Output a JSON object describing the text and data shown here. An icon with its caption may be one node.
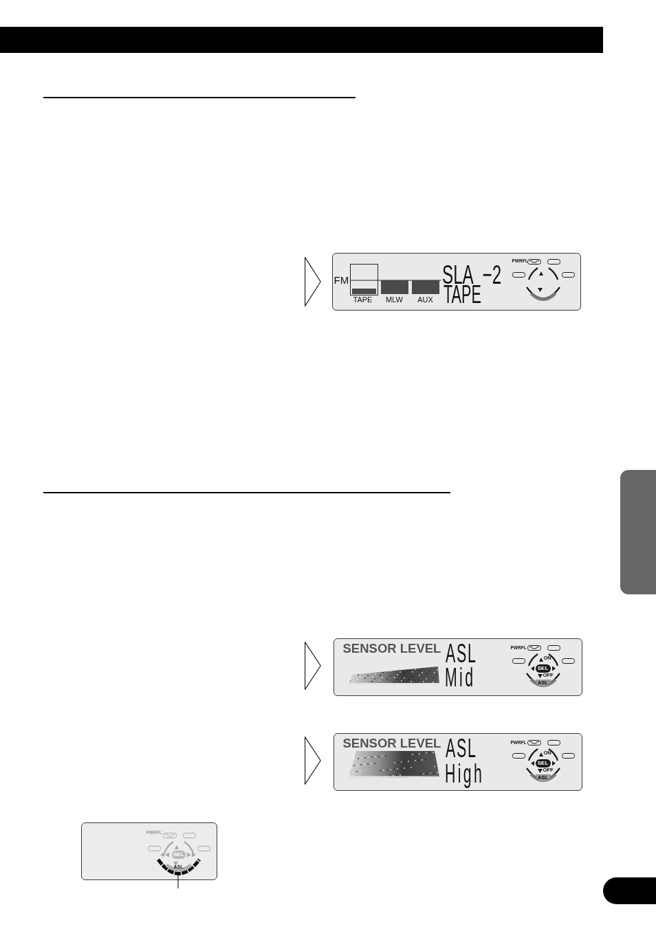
{
  "diagram": {
    "nodes": [
      {
        "text": [
          "FM",
          "TAPE",
          "MLW",
          "AUX",
          "SLA −2",
          "TAPE",
          "PWRFL"
        ]
      },
      {
        "text": [],
        "shape": "box"
      },
      {
        "text": [
          "SENSOR LEVEL",
          "ASL",
          "Mid",
          "PWRFL",
          "ON",
          "OFF"
        ]
      },
      {
        "text": [
          "SEL"
        ],
        "in": 2
      },
      {
        "text": [
          "ASL"
        ],
        "in": 2
      },
      {
        "text": [
          "SENSOR LEVEL",
          "ASL",
          "High",
          "PWRFL",
          "ON",
          "OFF"
        ]
      },
      {
        "text": [
          "SEL"
        ],
        "in": 5
      },
      {
        "text": [
          "ASL"
        ],
        "in": 5
      },
      {
        "text": [
          "PWRFL"
        ]
      },
      {
        "text": [
          "SEL"
        ],
        "in": 8
      },
      {
        "text": [
          "ASL"
        ],
        "in": 8
      },
      {
        "text": [],
        "shape": "box"
      }
    ],
    "edges": [
      {
        "from": null,
        "to": 10,
        "arrow": "none"
      }
    ]
  }
}
